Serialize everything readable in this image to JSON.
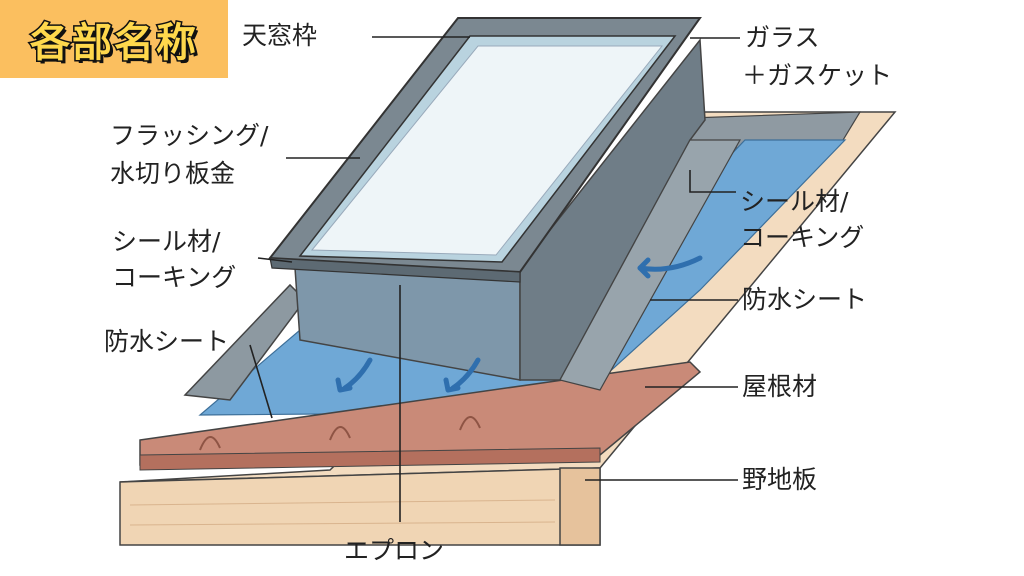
{
  "title_badge": "各部名称",
  "labels": {
    "skylight_frame": "天窓枠",
    "glass_line1": "ガラス",
    "glass_line2": "＋ガスケット",
    "flashing_line1": "フラッシング/",
    "flashing_line2": "水切り板金",
    "sealant_left_line1": "シール材/",
    "sealant_left_line2": "コーキング",
    "sealant_right_line1": "シール材/",
    "sealant_right_line2": "コーキング",
    "waterproof_left": "防水シート",
    "waterproof_right": "防水シート",
    "roofing": "屋根材",
    "sheathing": "野地板",
    "apron": "エプロン"
  },
  "colors": {
    "badge_bg": "#fbbf5f",
    "badge_text": "#ffd84c",
    "frame": "#7b8891",
    "glass": "#eef5f8",
    "waterproof": "#6fa8d6",
    "roofing": "#c98a78",
    "sheathing": "#f0d5b4"
  }
}
